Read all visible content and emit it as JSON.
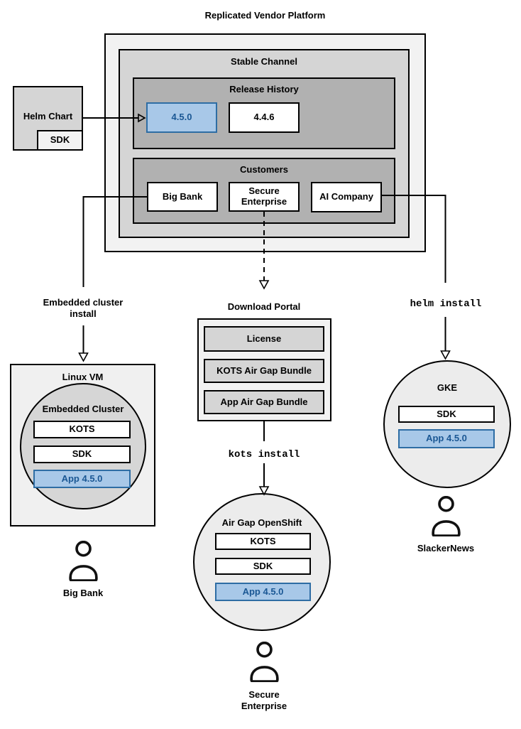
{
  "title": "Replicated Vendor Platform",
  "platform": {
    "stable_channel": "Stable Channel",
    "release_history": {
      "title": "Release History",
      "current": "4.5.0",
      "previous": "4.4.6"
    },
    "customers": {
      "title": "Customers",
      "big_bank": "Big Bank",
      "secure_enterprise": "Secure Enterprise",
      "ai_company": "AI Company"
    }
  },
  "helm_chart": {
    "label": "Helm Chart",
    "sdk": "SDK"
  },
  "labels": {
    "embedded_install_1": "Embedded cluster",
    "embedded_install_2": "install",
    "helm_install": "helm install",
    "kots_install": "kots install"
  },
  "download_portal": {
    "title": "Download Portal",
    "items": [
      "License",
      "KOTS Air Gap Bundle",
      "App Air Gap Bundle"
    ]
  },
  "linux_vm": {
    "title": "Linux VM",
    "cluster_title": "Embedded Cluster",
    "kots": "KOTS",
    "sdk": "SDK",
    "app": "App 4.5.0"
  },
  "air_gap_openshift": {
    "title": "Air Gap OpenShift",
    "kots": "KOTS",
    "sdk": "SDK",
    "app": "App 4.5.0"
  },
  "gke": {
    "title": "GKE",
    "sdk": "SDK",
    "app": "App 4.5.0"
  },
  "users": {
    "big_bank": "Big Bank",
    "secure_enterprise": "Secure Enterprise",
    "slackernews": "SlackerNews"
  },
  "colors": {
    "highlight_fill": "#a8c8e8",
    "highlight_border": "#2e6da4",
    "highlight_text": "#1a5794"
  }
}
